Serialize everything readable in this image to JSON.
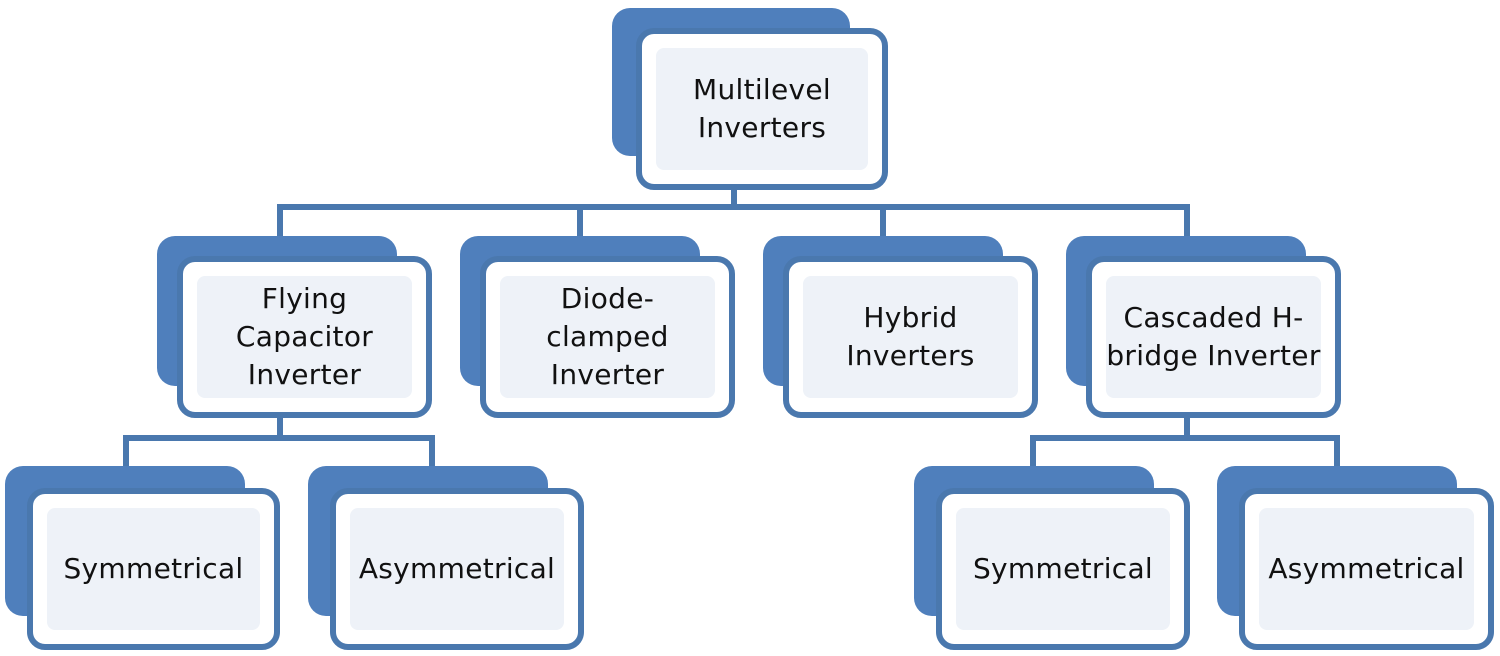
{
  "diagram": {
    "root": {
      "label": "Multilevel\nInverters"
    },
    "types": [
      {
        "label": "Flying\nCapacitor\nInverter"
      },
      {
        "label": "Diode-\nclamped\nInverter"
      },
      {
        "label": "Hybrid\nInverters"
      },
      {
        "label": "Cascaded H-\nbridge Inverter"
      }
    ],
    "flying_capacitor_children": [
      {
        "label": "Symmetrical"
      },
      {
        "label": "Asymmetrical"
      }
    ],
    "cascaded_children": [
      {
        "label": "Symmetrical"
      },
      {
        "label": "Asymmetrical"
      }
    ]
  },
  "colors": {
    "box_border": "#4a78ae",
    "box_shadow": "#4f7fbc",
    "box_fill": "#eef2f8",
    "connector": "#4a78ae"
  }
}
